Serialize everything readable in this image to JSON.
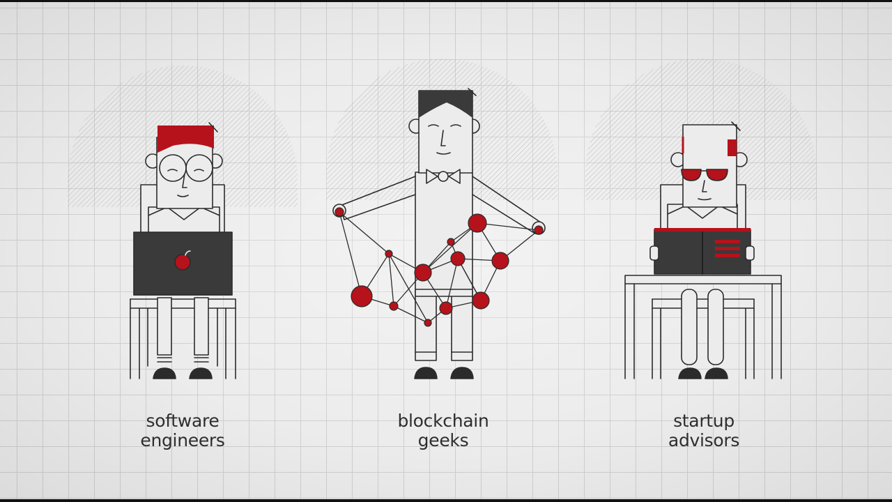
{
  "captions": {
    "left": {
      "line1": "software",
      "line2": "engineers"
    },
    "center": {
      "line1": "blockchain",
      "line2": "geeks"
    },
    "right": {
      "line1": "startup",
      "line2": "advisors"
    }
  },
  "colors": {
    "accent_red": "#b5121b",
    "dark_gray": "#3a3a3a",
    "line": "#2b2b2b",
    "background": "#ececec",
    "grid": "#cfcfcf"
  },
  "icons": {
    "laptop_logo": "apple-logo-icon"
  }
}
